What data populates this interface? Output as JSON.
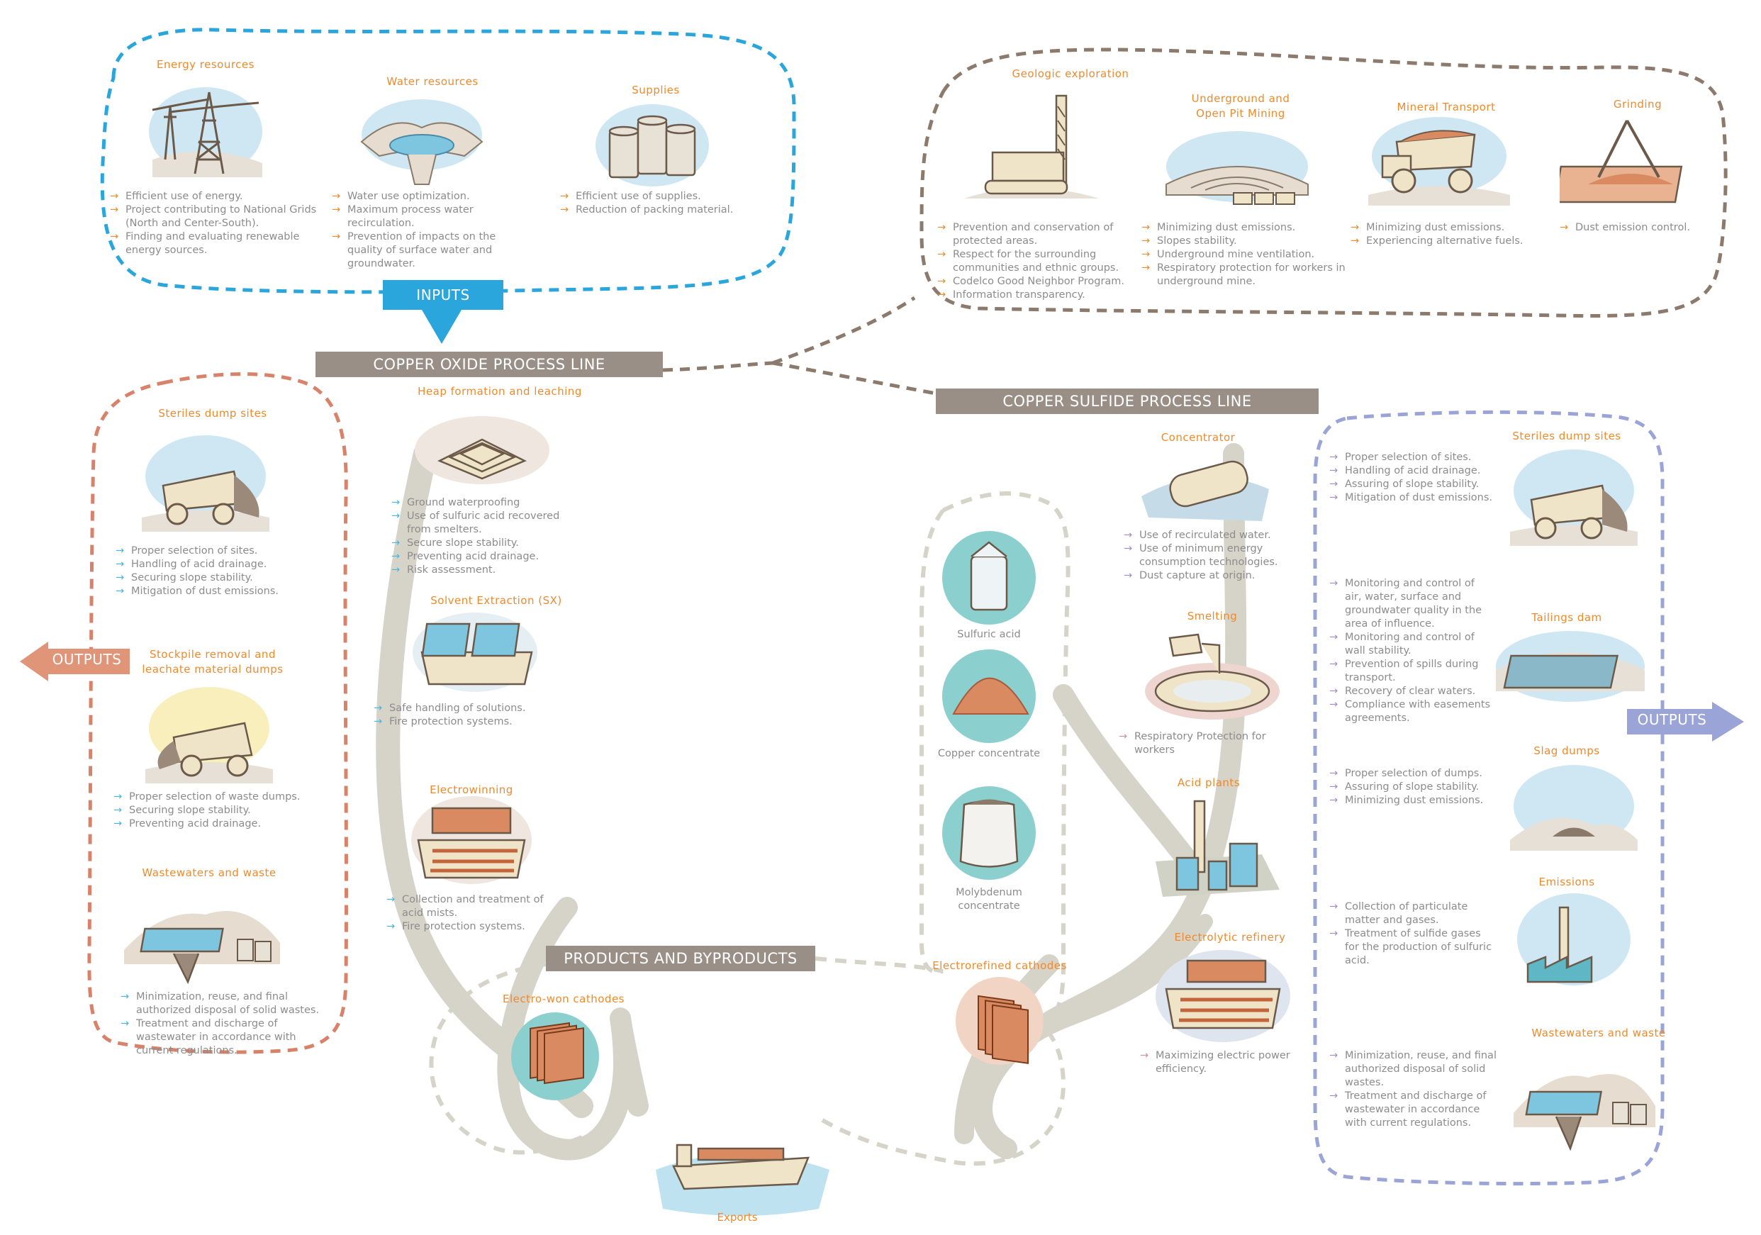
{
  "banners": {
    "inputs": "INPUTS",
    "copper_oxide": "COPPER OXIDE PROCESS LINE",
    "copper_sulfide": "COPPER SULFIDE PROCESS LINE",
    "products": "PRODUCTS AND BYPRODUCTS",
    "outputs_left": "OUTPUTS",
    "outputs_right": "OUTPUTS"
  },
  "inputs": {
    "energy": {
      "title": "Energy resources",
      "items": [
        "Efficient use of energy.",
        "Project contributing to National Grids (North and Center-South).",
        "Finding and evaluating renewable energy sources."
      ]
    },
    "water": {
      "title": "Water resources",
      "items": [
        "Water use optimization.",
        "Maximum process water recirculation.",
        "Prevention of impacts on the quality of surface water and groundwater."
      ]
    },
    "supplies": {
      "title": "Supplies",
      "items": [
        "Efficient use of supplies.",
        "Reduction of packing material."
      ]
    }
  },
  "mining": {
    "geologic": {
      "title": "Geologic exploration",
      "items": [
        "Prevention and conservation of protected areas.",
        "Respect for the surrounding communities and ethnic groups.",
        "Codelco Good Neighbor Program.",
        "Information transparency."
      ]
    },
    "underground": {
      "title_1": "Underground and",
      "title_2": "Open Pit Mining",
      "items": [
        "Minimizing dust emissions.",
        "Slopes stability.",
        "Underground mine ventilation.",
        "Respiratory protection for workers in underground mine."
      ]
    },
    "transport": {
      "title": "Mineral Transport",
      "items": [
        "Minimizing dust emissions.",
        "Experiencing alternative fuels."
      ]
    },
    "grinding": {
      "title": "Grinding",
      "items": [
        "Dust emission control."
      ]
    }
  },
  "oxide": {
    "heap": {
      "title": "Heap formation and leaching",
      "items": [
        "Ground waterproofing",
        "Use of sulfuric acid recovered from smelters.",
        "Secure slope stability.",
        "Preventing acid drainage.",
        "Risk assessment."
      ]
    },
    "sx": {
      "title": "Solvent Extraction (SX)",
      "items": [
        "Safe handling of solutions.",
        "Fire protection systems."
      ]
    },
    "ew": {
      "title": "Electrowinning",
      "items": [
        "Collection and treatment of acid mists.",
        "Fire protection systems."
      ]
    }
  },
  "left_outputs": {
    "steriles": {
      "title": "Steriles dump sites",
      "items": [
        "Proper selection of sites.",
        "Handling of acid drainage.",
        "Securing slope stability.",
        "Mitigation of dust emissions."
      ]
    },
    "stockpile": {
      "title_1": "Stockpile removal and",
      "title_2": "leachate material dumps",
      "items": [
        "Proper selection of waste dumps.",
        "Securing slope stability.",
        "Preventing acid drainage."
      ]
    },
    "wastewaters": {
      "title": "Wastewaters and waste",
      "items": [
        "Minimization, reuse, and final authorized disposal of solid wastes.",
        "Treatment and discharge of wastewater in accordance with current regulations."
      ]
    }
  },
  "sulfide": {
    "concentrator": {
      "title": "Concentrator",
      "items": [
        "Use of recirculated water.",
        "Use of minimum energy consumption technologies.",
        "Dust capture at origin."
      ]
    },
    "smelting": {
      "title": "Smelting",
      "items": [
        "Respiratory Protection for workers"
      ]
    },
    "acid": {
      "title": "Acid plants"
    },
    "refinery": {
      "title": "Electrolytic refinery",
      "items": [
        "Maximizing electric power efficiency."
      ]
    }
  },
  "products": {
    "sulfuric_acid": "Sulfuric acid",
    "copper_concentrate": "Copper concentrate",
    "molybdenum_1": "Molybdenum",
    "molybdenum_2": "concentrate",
    "electro_won": "Electro-won cathodes",
    "electrorefined": "Electrorefined cathodes",
    "exports": "Exports"
  },
  "right_outputs": {
    "steriles": {
      "title": "Steriles dump sites",
      "items": [
        "Proper selection of sites.",
        "Handling of acid drainage.",
        "Assuring of slope stability.",
        "Mitigation of dust emissions."
      ]
    },
    "tailings": {
      "title": "Tailings dam",
      "items": [
        "Monitoring and control of air, water, surface and groundwater quality in the area of influence.",
        "Monitoring and control of wall stability.",
        "Prevention of spills during transport.",
        "Recovery of clear waters.",
        "Compliance with easements agreements."
      ]
    },
    "slag": {
      "title": "Slag dumps",
      "items": [
        "Proper selection of dumps.",
        "Assuring of slope stability.",
        "Minimizing dust emissions."
      ]
    },
    "emissions": {
      "title": "Emissions",
      "items": [
        "Collection of particulate matter and gases.",
        "Treatment of sulfide gases for the production of sulfuric acid."
      ]
    },
    "wastewaters": {
      "title": "Wastewaters and waste",
      "items": [
        "Minimization, reuse, and final authorized disposal of solid wastes.",
        "Treatment and discharge of wastewater in accordance with current regulations."
      ]
    }
  },
  "colors": {
    "orange": "#ee8a2c",
    "blue": "#2aa6dc",
    "brown": "#8c7a6c",
    "red": "#d9826a",
    "violet": "#9aa4d6",
    "gray_path": "#cfccc2"
  }
}
